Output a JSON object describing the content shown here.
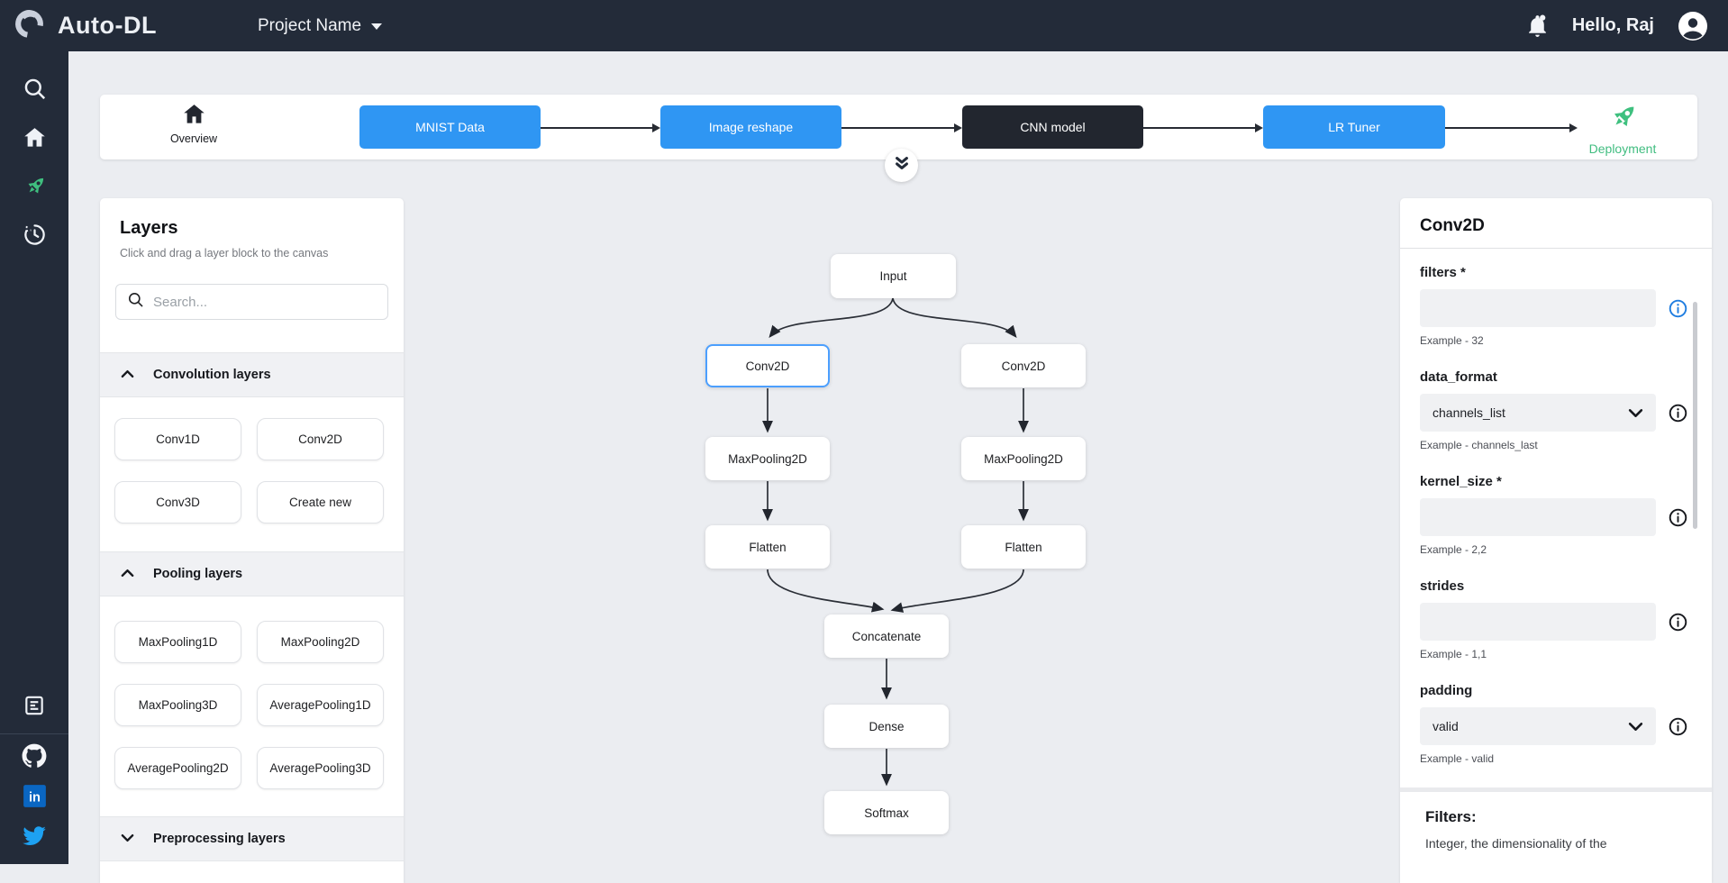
{
  "navbar": {
    "brand": "Auto-DL",
    "project_selector": {
      "label": "Project Name"
    },
    "greeting": "Hello, Raj"
  },
  "sidebar": {
    "top_icons": [
      "search",
      "home",
      "rocket",
      "history"
    ],
    "bottom_icons": [
      "docs",
      "github",
      "linkedin",
      "twitter"
    ]
  },
  "pipeline": {
    "overview": {
      "label": "Overview"
    },
    "steps": [
      {
        "label": "MNIST Data",
        "style": "blue"
      },
      {
        "label": "Image reshape",
        "style": "blue"
      },
      {
        "label": "CNN model",
        "style": "dark"
      },
      {
        "label": "LR Tuner",
        "style": "blue"
      }
    ],
    "deployment": {
      "label": "Deployment"
    }
  },
  "layers_panel": {
    "title": "Layers",
    "subtitle": "Click and drag a layer block to the canvas",
    "search": {
      "placeholder": "Search..."
    },
    "sections": [
      {
        "label": "Convolution layers",
        "expanded": true
      },
      {
        "label": "Pooling layers",
        "expanded": true
      },
      {
        "label": "Preprocessing layers",
        "expanded": false
      }
    ],
    "convolution_chips": [
      "Conv1D",
      "Conv2D",
      "Conv3D",
      "Create new"
    ],
    "pooling_chips": [
      "MaxPooling1D",
      "MaxPooling2D",
      "MaxPooling3D",
      "AveragePooling1D",
      "AveragePooling2D",
      "AveragePooling3D"
    ]
  },
  "canvas": {
    "nodes": [
      {
        "id": "input",
        "label": "Input"
      },
      {
        "id": "conv2d-left",
        "label": "Conv2D",
        "selected": true
      },
      {
        "id": "conv2d-right",
        "label": "Conv2D"
      },
      {
        "id": "maxpooling2d-left",
        "label": "MaxPooling2D"
      },
      {
        "id": "maxpooling2d-right",
        "label": "MaxPooling2D"
      },
      {
        "id": "flatten-left",
        "label": "Flatten"
      },
      {
        "id": "flatten-right",
        "label": "Flatten"
      },
      {
        "id": "concatenate",
        "label": "Concatenate"
      },
      {
        "id": "dense",
        "label": "Dense"
      },
      {
        "id": "softmax",
        "label": "Softmax"
      }
    ]
  },
  "properties_panel": {
    "title": "Conv2D",
    "fields": [
      {
        "label": "filters *",
        "type": "input",
        "value": "",
        "example": "Example - 32",
        "info_color": "blue"
      },
      {
        "label": "data_format",
        "type": "select",
        "value": "channels_list",
        "example": "Example - channels_last",
        "info_color": "dark"
      },
      {
        "label": "kernel_size *",
        "type": "input",
        "value": "",
        "example": "Example - 2,2",
        "info_color": "dark"
      },
      {
        "label": "strides",
        "type": "input",
        "value": "",
        "example": "Example - 1,1",
        "info_color": "dark"
      },
      {
        "label": "padding",
        "type": "select",
        "value": "valid",
        "example": "Example - valid",
        "info_color": "dark"
      }
    ],
    "doc": {
      "heading": "Filters:",
      "text": "Integer, the dimensionality of the"
    }
  },
  "colors": {
    "navbar_bg": "#232b39",
    "accent_blue": "#2f96f3",
    "dark_step": "#22262f",
    "accent_green": "#41bd80",
    "info_blue": "#1f7de0",
    "linkedin_blue": "#0a66c2",
    "twitter_blue": "#1da1f2",
    "page_bg": "#ebedf1"
  }
}
